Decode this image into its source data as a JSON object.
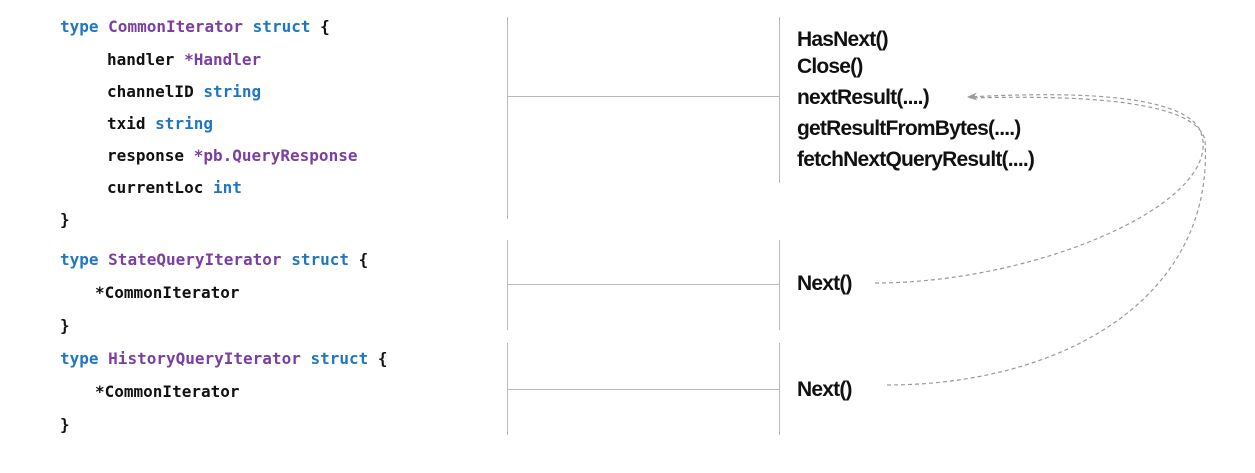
{
  "colors": {
    "keyword": "#1f77c4",
    "type": "#7a3fa0",
    "text": "#111111",
    "line": "#b8b8b8",
    "arrow": "#999999"
  },
  "structs": [
    {
      "kw_type": "type",
      "name": "CommonIterator",
      "kw_struct": "struct",
      "open": "{",
      "fields": [
        {
          "name": "handler",
          "type": "*Handler",
          "type_style": "ty"
        },
        {
          "name": "channelID",
          "type": "string",
          "type_style": "kw"
        },
        {
          "name": "txid",
          "type": "string",
          "type_style": "kw"
        },
        {
          "name": "response",
          "type": "*pb.QueryResponse",
          "type_style": "ty"
        },
        {
          "name": "currentLoc",
          "type": "int",
          "type_style": "kw"
        }
      ],
      "close": "}"
    },
    {
      "kw_type": "type",
      "name": "StateQueryIterator",
      "kw_struct": "struct",
      "open": "{",
      "fields": [
        {
          "name": "*CommonIterator",
          "type": "",
          "type_style": "pl"
        }
      ],
      "close": "}"
    },
    {
      "kw_type": "type",
      "name": "HistoryQueryIterator",
      "kw_struct": "struct",
      "open": "{",
      "fields": [
        {
          "name": "*CommonIterator",
          "type": "",
          "type_style": "pl"
        }
      ],
      "close": "}"
    }
  ],
  "methods": {
    "common": [
      "HasNext()",
      "Close()",
      "nextResult(....)",
      "getResultFromBytes(....)",
      "fetchNextQueryResult(....)"
    ],
    "state": [
      "Next()"
    ],
    "history": [
      "Next()"
    ]
  }
}
